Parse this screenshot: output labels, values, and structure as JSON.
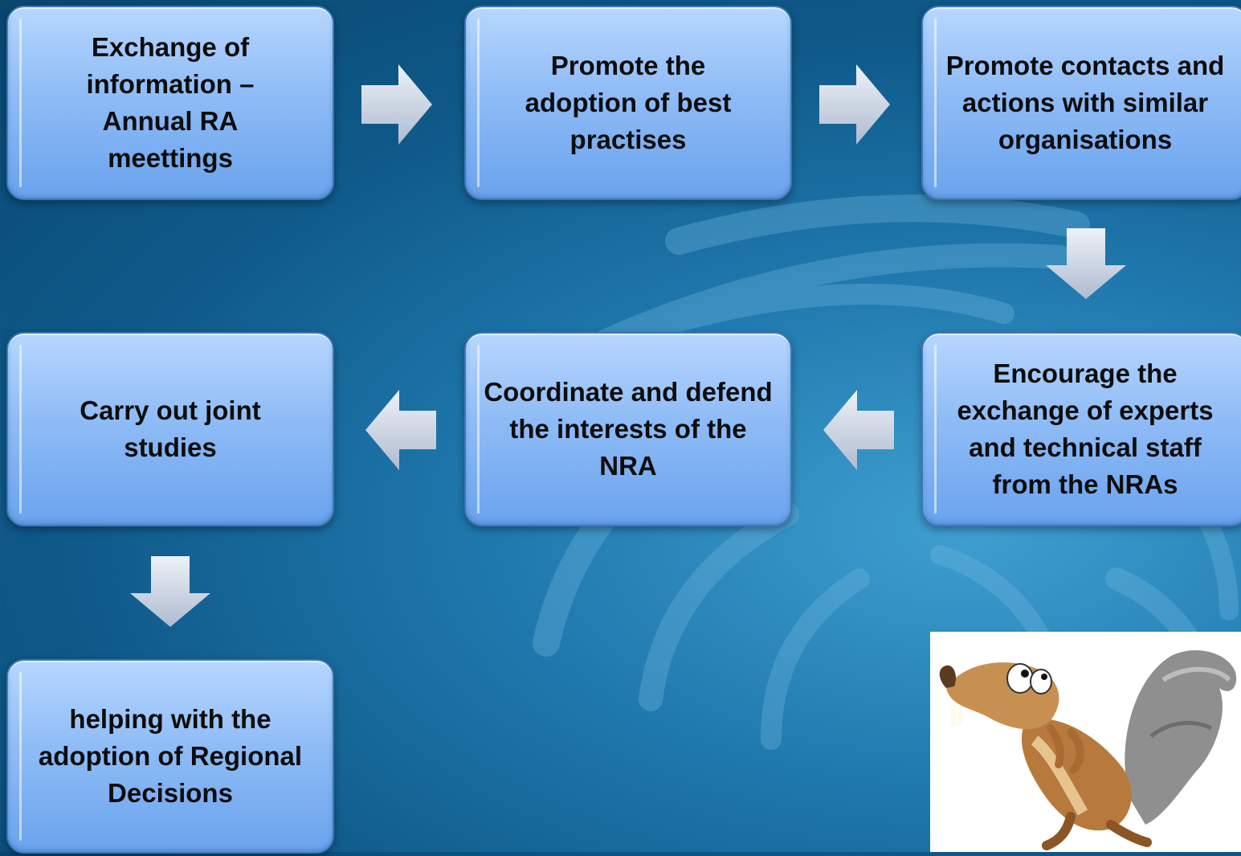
{
  "steps": [
    {
      "label": "Exchange of information – Annual RA meettings"
    },
    {
      "label": "Promote the adoption of best practises"
    },
    {
      "label": "Promote contacts and actions with similar organisations"
    },
    {
      "label": "Encourage the exchange of experts and technical staff from the NRAs"
    },
    {
      "label": "Coordinate and defend the interests of the NRA"
    },
    {
      "label": "Carry out joint studies"
    },
    {
      "label": "helping with the adoption of Regional Decisions"
    }
  ],
  "connectors": [
    {
      "from": 1,
      "to": 2,
      "direction": "right"
    },
    {
      "from": 2,
      "to": 3,
      "direction": "right"
    },
    {
      "from": 3,
      "to": 4,
      "direction": "down"
    },
    {
      "from": 4,
      "to": 5,
      "direction": "left"
    },
    {
      "from": 5,
      "to": 6,
      "direction": "left"
    },
    {
      "from": 6,
      "to": 7,
      "direction": "down"
    }
  ],
  "illustration": {
    "subject": "cartoon squirrel (Scrat)"
  },
  "colors": {
    "background": "#0f5a8a",
    "box_fill": "#8fbcf6",
    "box_border": "#3b78b8",
    "arrow_fill": "#cbd5e6",
    "text": "#0d0d0d"
  }
}
